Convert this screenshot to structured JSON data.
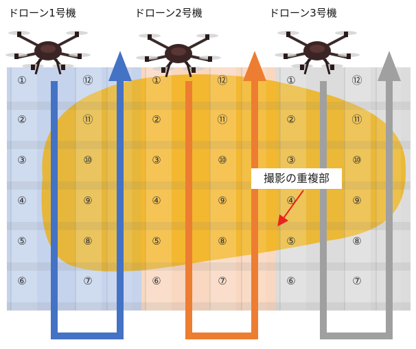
{
  "drones": [
    {
      "label": "ドローン1号機",
      "color": "#4472c4",
      "zone_fill": "#c5d3ec"
    },
    {
      "label": "ドローン2号機",
      "color": "#ed7d31",
      "zone_fill": "#f9d7c0"
    },
    {
      "label": "ドローン3号機",
      "color": "#a0a0a0",
      "zone_fill": "#dcdcdc"
    }
  ],
  "columns": {
    "left": [
      "①",
      "②",
      "③",
      "④",
      "⑤",
      "⑥"
    ],
    "right": [
      "⑫",
      "⑪",
      "⑩",
      "⑨",
      "⑧",
      "⑦"
    ]
  },
  "overlap": {
    "label": "撮影の重複部",
    "color": "#f0ad00",
    "arrow_color": "#e8231e"
  }
}
